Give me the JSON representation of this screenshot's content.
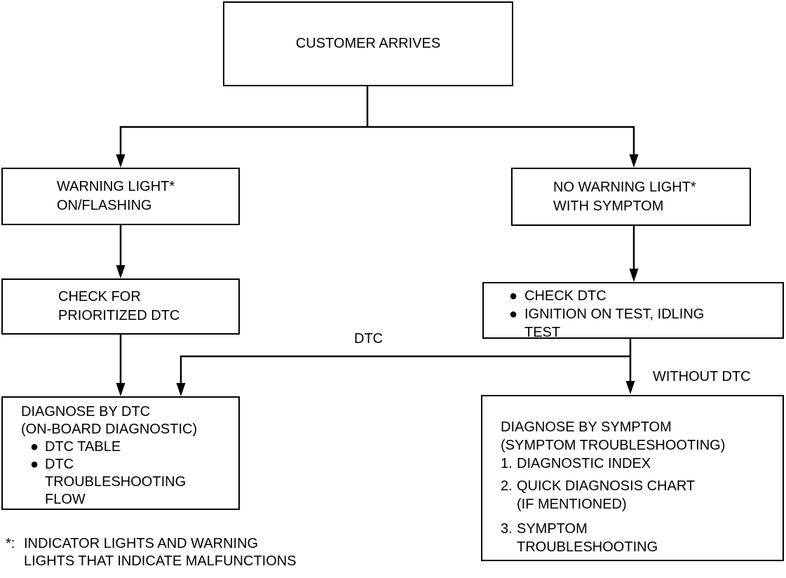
{
  "colors": {
    "line": "#000000",
    "background": "#ffffff",
    "text": "#000000"
  },
  "nodes": {
    "customer_arrives": {
      "text": "CUSTOMER ARRIVES"
    },
    "warning_light": {
      "line1": "WARNING LIGHT*",
      "line2": "ON/FLASHING"
    },
    "no_warning_light": {
      "line1": "NO WARNING LIGHT*",
      "line2": "WITH SYMPTOM"
    },
    "check_prioritized_dtc": {
      "line1": "CHECK FOR",
      "line2": "PRIORITIZED DTC"
    },
    "check_dtc_tests": {
      "bullet": "●",
      "item1": "CHECK DTC",
      "item2_line1": "IGNITION ON TEST, IDLING",
      "item2_line2": "TEST"
    },
    "diagnose_by_dtc": {
      "line1": "DIAGNOSE BY DTC",
      "line2": "(ON-BOARD DIAGNOSTIC)",
      "bullet": "●",
      "item1": "DTC TABLE",
      "item2_line1": "DTC",
      "item2_line2": "TROUBLESHOOTING",
      "item2_line3": "FLOW"
    },
    "diagnose_by_symptom": {
      "line1": "DIAGNOSE BY SYMPTOM",
      "line2": "(SYMPTOM TROUBLESHOOTING)",
      "item1_num": "1.",
      "item1_text": "DIAGNOSTIC INDEX",
      "item2_num": "2.",
      "item2_text_line1": "QUICK DIAGNOSIS CHART",
      "item2_text_line2": "(IF MENTIONED)",
      "item3_num": "3.",
      "item3_text_line1": "SYMPTOM",
      "item3_text_line2": "TROUBLESHOOTING"
    }
  },
  "edge_labels": {
    "dtc": "DTC",
    "without_dtc": "WITHOUT DTC"
  },
  "footnote": {
    "marker": "*:",
    "line1": "INDICATOR LIGHTS AND WARNING",
    "line2": "LIGHTS THAT INDICATE MALFUNCTIONS"
  }
}
